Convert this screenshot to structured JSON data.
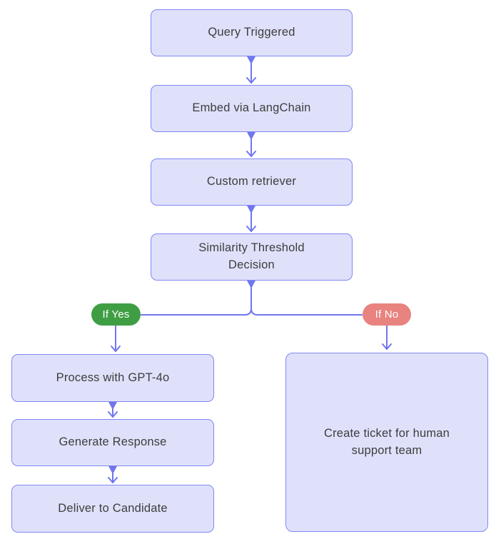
{
  "diagram": {
    "type": "flowchart",
    "nodes": {
      "query": {
        "label": "Query Triggered"
      },
      "embed": {
        "label": "Embed via LangChain"
      },
      "retriever": {
        "label": "Custom retriever"
      },
      "decision": {
        "label": "Similarity Threshold Decision"
      },
      "process": {
        "label": "Process with GPT-4o"
      },
      "generate": {
        "label": "Generate Response"
      },
      "deliver": {
        "label": "Deliver to Candidate"
      },
      "ticket": {
        "label": "Create ticket for human support team"
      }
    },
    "branch_labels": {
      "yes": {
        "label": "If Yes"
      },
      "no": {
        "label": "If No"
      }
    },
    "edges": [
      {
        "from": "query",
        "to": "embed"
      },
      {
        "from": "embed",
        "to": "retriever"
      },
      {
        "from": "retriever",
        "to": "decision"
      },
      {
        "from": "decision",
        "to": "process",
        "condition": "If Yes"
      },
      {
        "from": "decision",
        "to": "ticket",
        "condition": "If No"
      },
      {
        "from": "process",
        "to": "generate"
      },
      {
        "from": "generate",
        "to": "deliver"
      }
    ],
    "colors": {
      "background": "#ffffff",
      "node_fill": "#dfe1fb",
      "node_border": "#8187f3",
      "connector": "#6f76ef",
      "text": "#3d3d3d",
      "yes_pill": "#3f9e44",
      "no_pill": "#e8837f",
      "pill_text": "#ffffff"
    }
  }
}
